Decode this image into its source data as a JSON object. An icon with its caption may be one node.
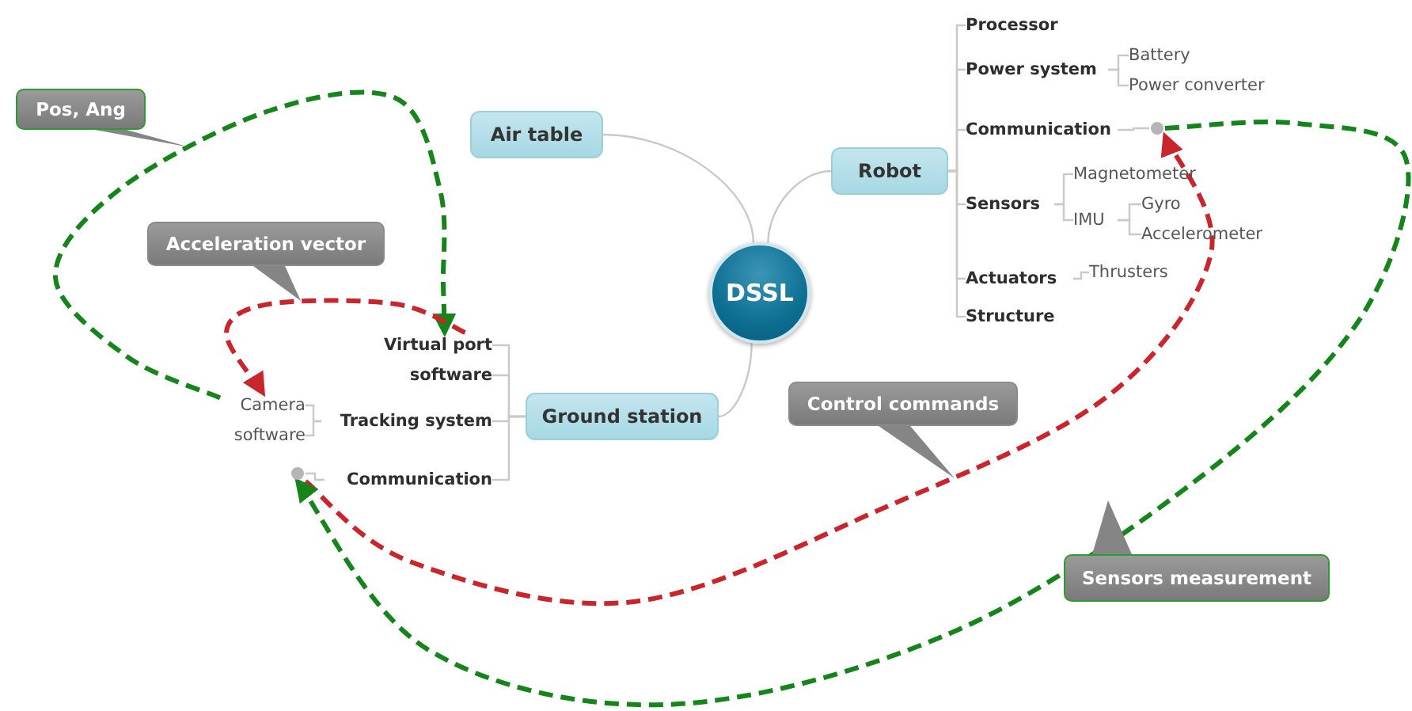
{
  "diagram": {
    "nodes": [
      {
        "text": [
          "DSSL"
        ]
      },
      {
        "text": [
          "Air table"
        ]
      },
      {
        "text": [
          "Robot"
        ]
      },
      {
        "text": [
          "Ground station"
        ]
      },
      {
        "text": [
          "Processor"
        ]
      },
      {
        "text": [
          "Power system"
        ]
      },
      {
        "text": [
          "Battery"
        ]
      },
      {
        "text": [
          "Power converter"
        ]
      },
      {
        "text": [
          "Communication"
        ]
      },
      {
        "text": [],
        "shape": "dot"
      },
      {
        "text": [
          "Sensors"
        ]
      },
      {
        "text": [
          "Magnetometer"
        ]
      },
      {
        "text": [
          "IMU"
        ]
      },
      {
        "text": [
          "Gyro"
        ]
      },
      {
        "text": [
          "Accelerometer"
        ]
      },
      {
        "text": [
          "Actuators"
        ]
      },
      {
        "text": [
          "Thrusters"
        ]
      },
      {
        "text": [
          "Structure"
        ]
      },
      {
        "text": [
          "Virtual port"
        ]
      },
      {
        "text": [
          "software"
        ]
      },
      {
        "text": [
          "Tracking system"
        ]
      },
      {
        "text": [
          "Communication"
        ]
      },
      {
        "text": [
          "Camera"
        ]
      },
      {
        "text": [
          "software"
        ]
      },
      {
        "text": [],
        "shape": "dot"
      }
    ],
    "edges": [
      {
        "from": 0,
        "to": 1,
        "arrow": "none"
      },
      {
        "from": 0,
        "to": 2,
        "arrow": "none"
      },
      {
        "from": 0,
        "to": 3,
        "arrow": "none"
      },
      {
        "from": 2,
        "to": 4,
        "arrow": "none"
      },
      {
        "from": 2,
        "to": 5,
        "arrow": "none"
      },
      {
        "from": 2,
        "to": 8,
        "arrow": "none"
      },
      {
        "from": 2,
        "to": 10,
        "arrow": "none"
      },
      {
        "from": 2,
        "to": 15,
        "arrow": "none"
      },
      {
        "from": 2,
        "to": 17,
        "arrow": "none"
      },
      {
        "from": 5,
        "to": 6,
        "arrow": "none"
      },
      {
        "from": 5,
        "to": 7,
        "arrow": "none"
      },
      {
        "from": 8,
        "to": 9,
        "arrow": "none"
      },
      {
        "from": 10,
        "to": 11,
        "arrow": "none"
      },
      {
        "from": 10,
        "to": 12,
        "arrow": "none"
      },
      {
        "from": 12,
        "to": 13,
        "arrow": "none"
      },
      {
        "from": 12,
        "to": 14,
        "arrow": "none"
      },
      {
        "from": 15,
        "to": 16,
        "arrow": "none"
      },
      {
        "from": 3,
        "to": 18,
        "arrow": "none"
      },
      {
        "from": 3,
        "to": 19,
        "arrow": "none"
      },
      {
        "from": 3,
        "to": 20,
        "arrow": "none"
      },
      {
        "from": 3,
        "to": 21,
        "arrow": "none"
      },
      {
        "from": 20,
        "to": 22,
        "arrow": "none"
      },
      {
        "from": 20,
        "to": 23,
        "arrow": "none"
      },
      {
        "from": 21,
        "to": 24,
        "arrow": "none"
      },
      {
        "from": 22,
        "to": 18,
        "arrow": "to",
        "label": "Pos, Ang",
        "style": "dashed",
        "color": "#15841a"
      },
      {
        "from": 18,
        "to": 22,
        "arrow": "to",
        "label": "Acceleration vector",
        "style": "dashed",
        "color": "#c8262c"
      },
      {
        "from": 24,
        "to": 9,
        "arrow": "to",
        "label": "Control commands",
        "style": "dashed",
        "color": "#c8262c"
      },
      {
        "from": 9,
        "to": 24,
        "arrow": "to",
        "label": "Sensors measurement",
        "style": "dashed",
        "color": "#15841a"
      }
    ]
  }
}
